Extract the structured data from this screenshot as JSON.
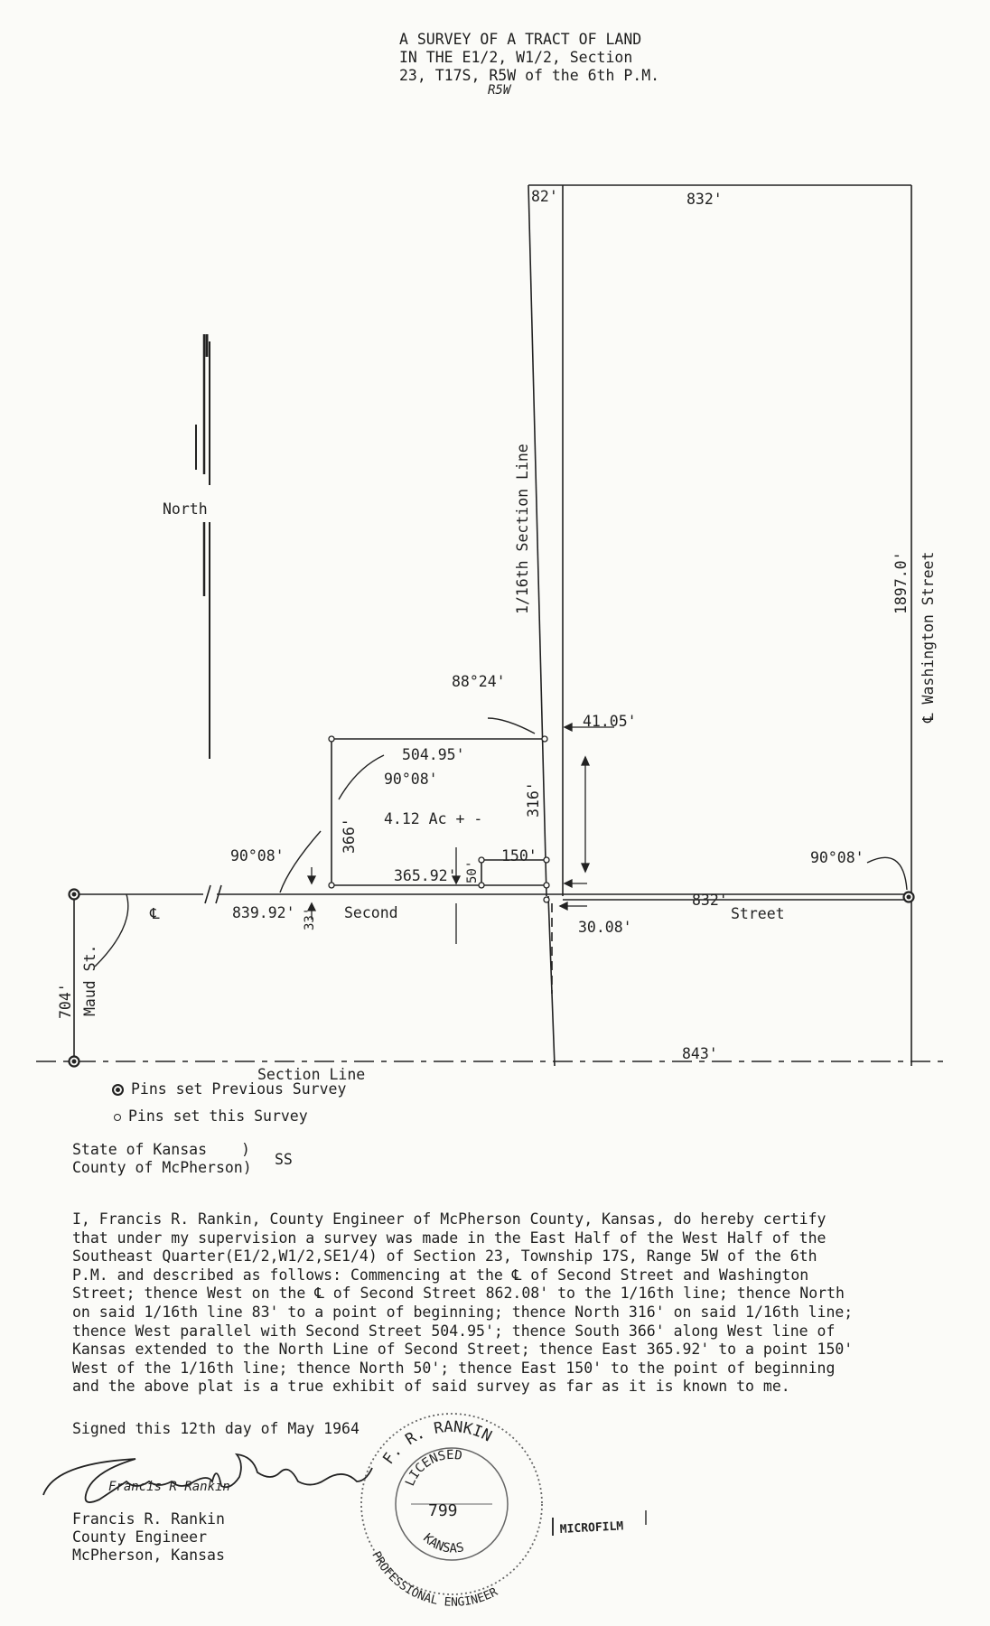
{
  "title": {
    "line1": "A SURVEY OF A TRACT OF LAND",
    "line2": "IN THE E1/2, W1/2, Section",
    "line3": "23, T17S, R5W of the 6th P.M.",
    "handwritten_correction": "R5W"
  },
  "plat": {
    "north_label": "North",
    "section_line_16_label": "1/16th Section Line",
    "washington_street_label": "℄ Washington Street",
    "maud_street_label": "Maud St.",
    "second_street_label": "Second",
    "street_label": "Street",
    "section_line_label": "Section Line",
    "centerline_symbol": "℄",
    "dim_82": "82'",
    "dim_832_top": "832'",
    "dim_1897": "1897.0'",
    "angle_88_24": "88°24'",
    "dim_41_05": "41.05'",
    "dim_504_95": "504.95'",
    "angle_90_08_inner": "90°08'",
    "area": "4.12 Ac + -",
    "dim_316": "316'",
    "dim_366": "366'",
    "angle_90_08_left": "90°08'",
    "angle_90_08_right": "90°08'",
    "dim_150": "150'",
    "dim_50": "50'",
    "dim_365_92": "365.92'",
    "dim_839_92": "839.92'",
    "dim_33": "33'",
    "dim_832_street": "832'",
    "dim_30_08": "30.08'",
    "dim_704": "704'",
    "dim_843": "843'"
  },
  "legend": {
    "previous": "Pins set Previous Survey",
    "this": "Pins set this Survey"
  },
  "venue": {
    "state": "State of Kansas",
    "county": "County of McPherson)",
    "paren": ")",
    "ss": "SS"
  },
  "certificate": {
    "lines": [
      "I, Francis R. Rankin, County Engineer of McPherson County, Kansas, do hereby certify",
      "that under my supervision a survey was made in the East Half of the West Half of the",
      "Southeast Quarter(E1/2,W1/2,SE1/4) of Section 23, Township 17S, Range 5W of the 6th",
      "P.M. and described as follows: Commencing at the ℄ of Second Street and Washington",
      "Street; thence West on the ℄ of Second Street 862.08' to the 1/16th line; thence North",
      "on said 1/16th line 83' to a point of beginning; thence North 316' on said 1/16th line;",
      "thence West parallel with Second Street 504.95'; thence South 366' along West line of",
      "Kansas extended to the North Line of Second Street; thence East 365.92' to a point 150'",
      "West of the 1/16th line; thence North 50'; thence East 150' to the point of beginning",
      "and the above plat is a true exhibit of said survey as far as it is known to me."
    ]
  },
  "signed": "Signed this 12th day of May 1964",
  "signature_handwriting": "Francis R Rankin",
  "signatory": {
    "name": "Francis R. Rankin",
    "title": "County Engineer",
    "location": "McPherson, Kansas"
  },
  "seal": {
    "top": "F. R. RANKIN",
    "licensed": "LICENSED",
    "number": "799",
    "state": "KANSAS",
    "bottom": "PROFESSIONAL ENGINEER"
  },
  "stamp": "MICROFILM"
}
